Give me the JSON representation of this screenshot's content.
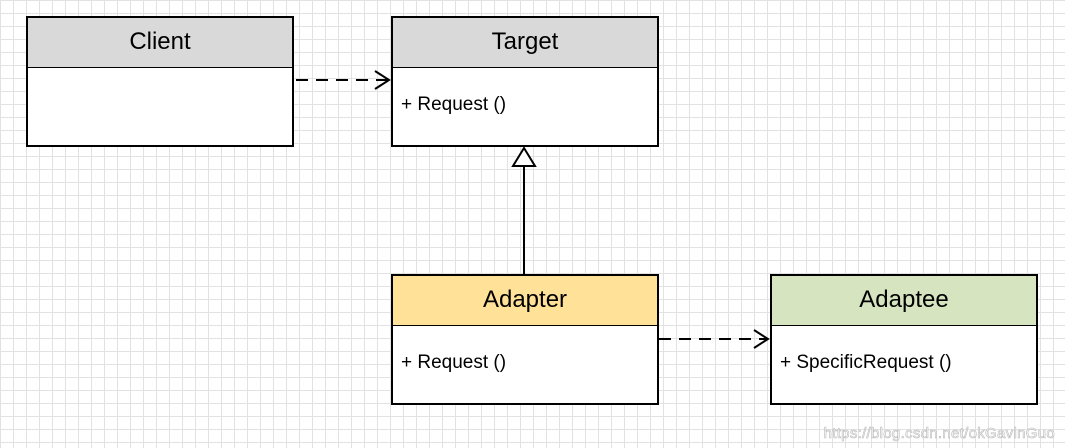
{
  "classes": {
    "client": {
      "name": "Client",
      "operation": "",
      "header_color": "#d9d9d9"
    },
    "target": {
      "name": "Target",
      "operation": "+ Request ()",
      "header_color": "#d9d9d9"
    },
    "adapter": {
      "name": "Adapter",
      "operation": "+ Request ()",
      "header_color": "#ffe197"
    },
    "adaptee": {
      "name": "Adaptee",
      "operation": "+ SpecificRequest ()",
      "header_color": "#d6e4bf"
    }
  },
  "relations": [
    {
      "from": "client",
      "to": "target",
      "type": "dependency"
    },
    {
      "from": "adapter",
      "to": "target",
      "type": "generalization"
    },
    {
      "from": "adapter",
      "to": "adaptee",
      "type": "dependency"
    }
  ],
  "watermark": "https://blog.csdn.net/okGavinGuo"
}
